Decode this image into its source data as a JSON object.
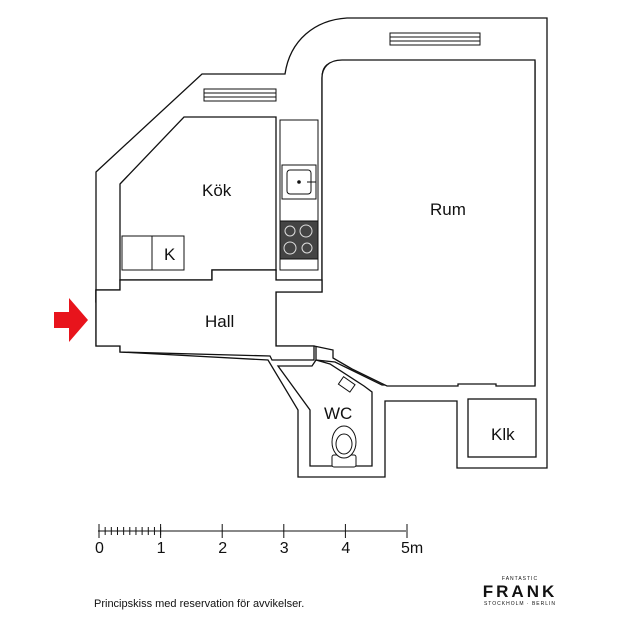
{
  "rooms": {
    "kok": "Kök",
    "rum": "Rum",
    "hall": "Hall",
    "wc": "WC",
    "klk": "Klk",
    "k": "K"
  },
  "scale": {
    "labels": [
      "0",
      "1",
      "2",
      "3",
      "4",
      "5m"
    ]
  },
  "disclaimer": "Principskiss med reservation för avvikelser.",
  "logo": {
    "top": "FANTASTIC",
    "name": "FRANK",
    "bottom": "STOCKHOLM · BERLIN"
  },
  "colors": {
    "entrance_arrow": "#e8141c",
    "walls": "#111111"
  },
  "icons": [
    "entrance-arrow-icon",
    "sink-icon",
    "stove-icon",
    "toilet-icon"
  ]
}
